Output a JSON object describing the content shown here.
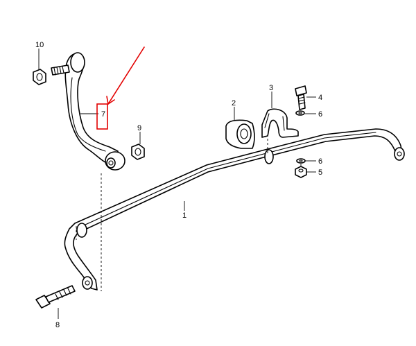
{
  "callouts": {
    "c1": "1",
    "c2": "2",
    "c3": "3",
    "c4": "4",
    "c5": "5",
    "c6a": "6",
    "c6b": "6",
    "c7": "7",
    "c8": "8",
    "c9": "9",
    "c10": "10"
  },
  "highlight": {
    "target_callout": "7",
    "color": "#e30000"
  },
  "colors": {
    "line": "#000000",
    "background": "#ffffff"
  }
}
